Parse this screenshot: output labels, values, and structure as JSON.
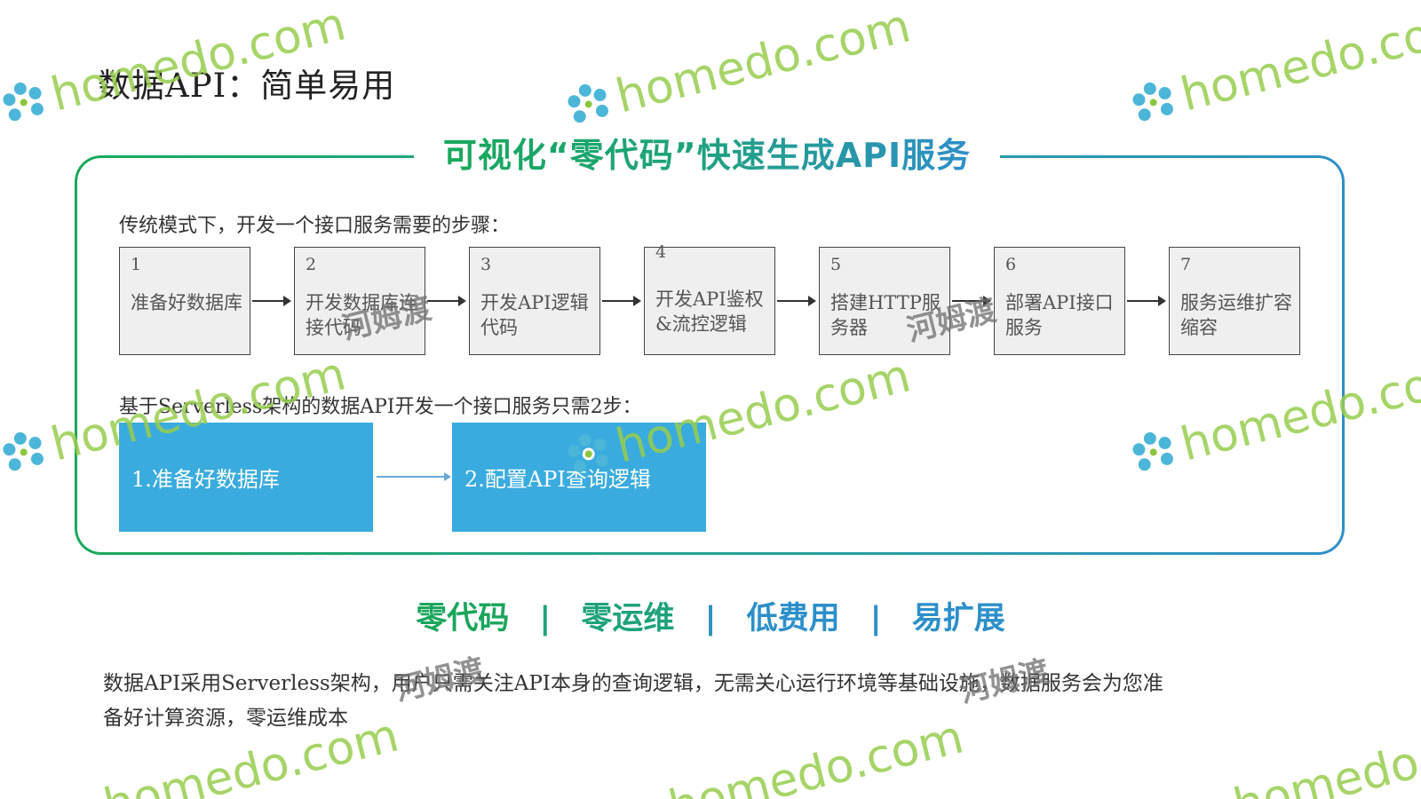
{
  "title": "数据API：简单易用",
  "headline": "可视化“零代码”快速生成API服务",
  "traditional": {
    "label": "传统模式下，开发一个接口服务需要的步骤：",
    "steps": [
      {
        "num": "1",
        "text": "准备好数据库"
      },
      {
        "num": "2",
        "text": "开发数据库连接代码"
      },
      {
        "num": "3",
        "text": "开发API逻辑代码"
      },
      {
        "num": "4",
        "text": "开发API鉴权&流控逻辑"
      },
      {
        "num": "5",
        "text": "搭建HTTP服务器"
      },
      {
        "num": "6",
        "text": "部署API接口服务"
      },
      {
        "num": "7",
        "text": "服务运维扩容缩容"
      }
    ]
  },
  "serverless": {
    "label": "基于Serverless架构的数据API开发一个接口服务只需2步：",
    "steps": [
      {
        "text": "1.准备好数据库"
      },
      {
        "text": "2.配置API查询逻辑"
      }
    ]
  },
  "features": [
    "零代码",
    "零运维",
    "低费用",
    "易扩展"
  ],
  "separator": "|",
  "description": {
    "line1": "数据API采用Serverless架构，用户只需关注API本身的查询逻辑，无需关心运行环境等基础设施，数据服务会为您准",
    "line2": "备好计算资源，零运维成本"
  },
  "watermark": {
    "brand": "homedo.com",
    "cn": "河姆渡"
  },
  "colors": {
    "green": "#1aa55c",
    "blue": "#2c8fc9",
    "box_blue": "#3aabde"
  }
}
